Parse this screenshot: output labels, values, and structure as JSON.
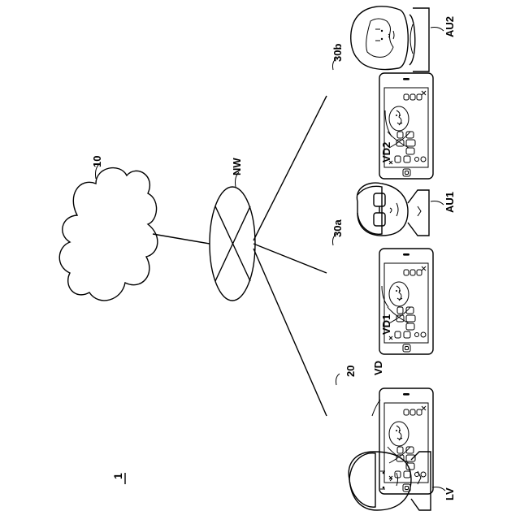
{
  "figure": {
    "system_label": "1",
    "cloud_label": "10",
    "network_label": "NW",
    "devices": [
      {
        "id": "terminal-20",
        "label": "20",
        "video_label": "VD",
        "user_label": "LV"
      },
      {
        "id": "terminal-30a",
        "label": "30a",
        "video_label": "VD1",
        "user_label": "AU1"
      },
      {
        "id": "terminal-30b",
        "label": "30b",
        "video_label": "VD2",
        "user_label": "AU2"
      }
    ]
  }
}
